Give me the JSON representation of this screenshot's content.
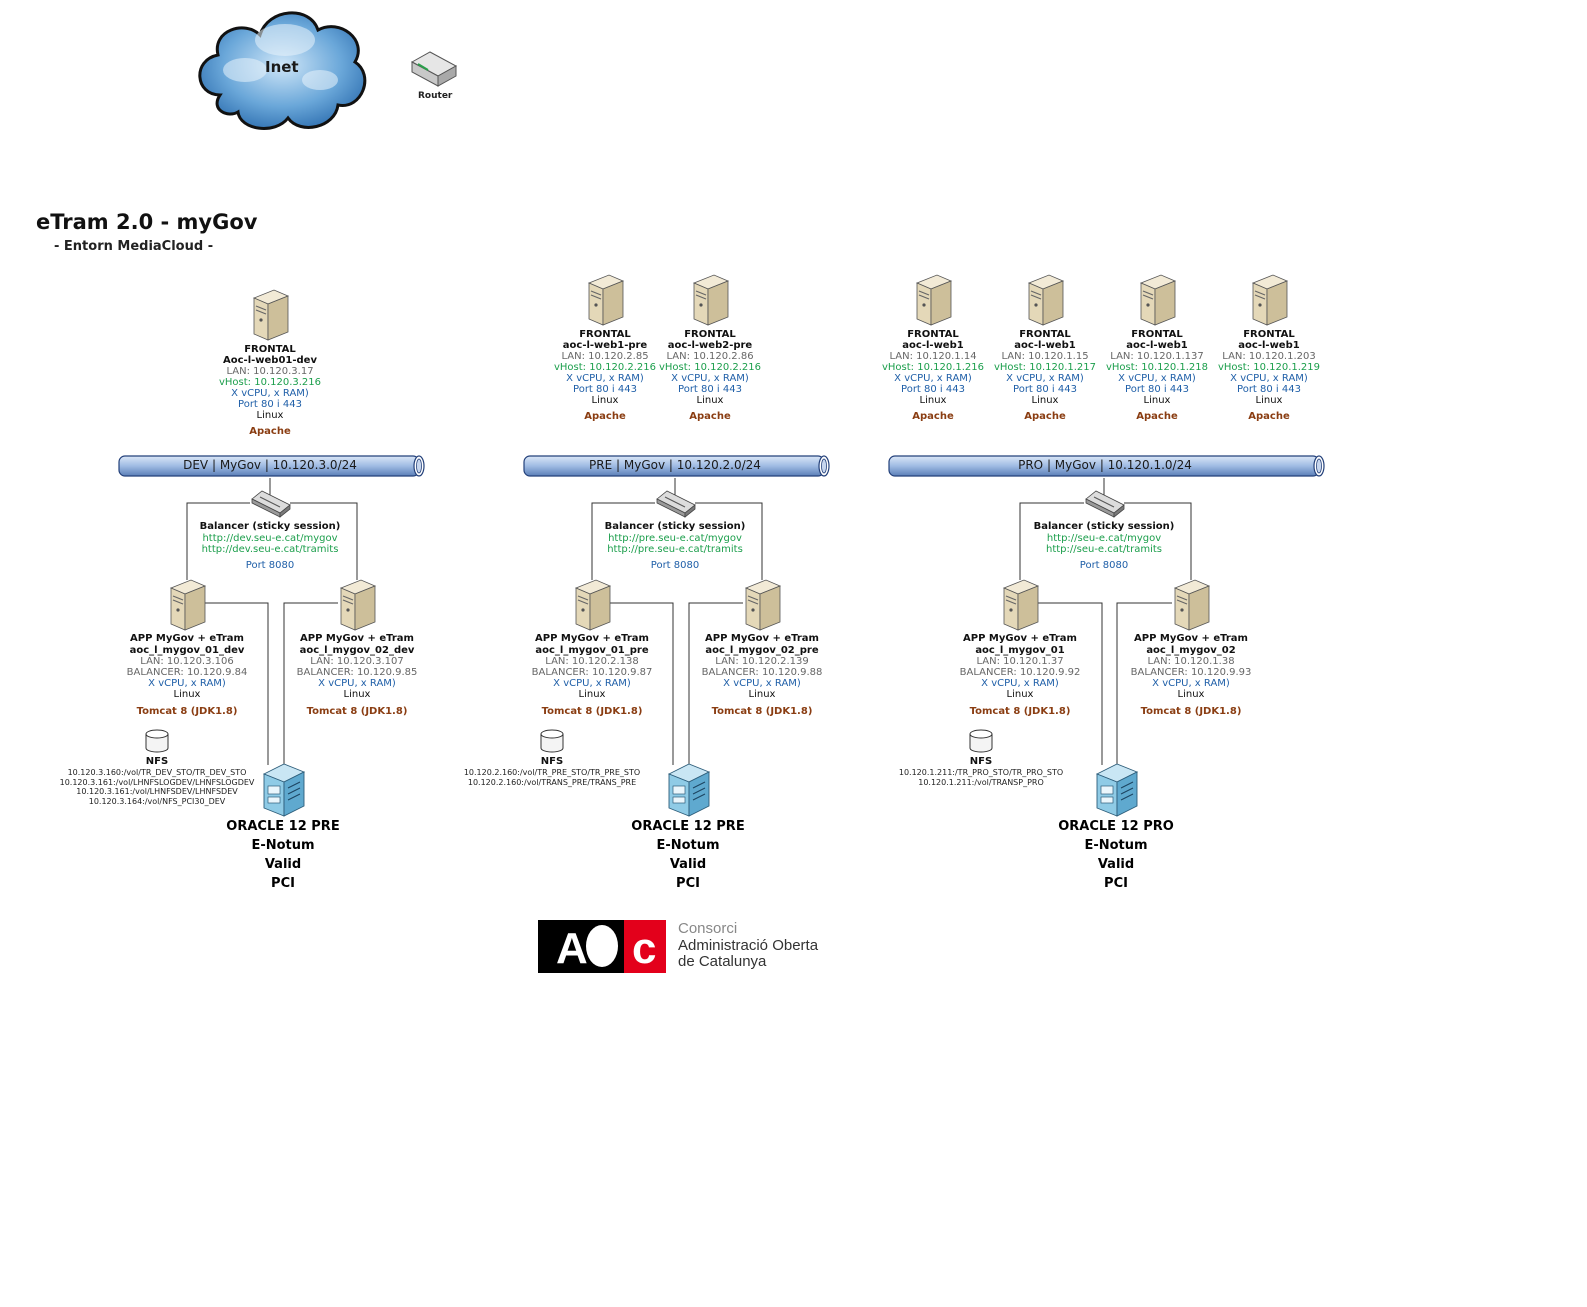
{
  "title": "eTram 2.0 - myGov",
  "subtitle": "- Entorn MediaCloud -",
  "internet": {
    "label": "Inet"
  },
  "router": {
    "label": "Router"
  },
  "environments": [
    {
      "segment": "DEV | MyGov | 10.120.3.0/24",
      "frontals": [
        {
          "role": "FRONTAL",
          "host": "Aoc-l-web01-dev",
          "lan": "LAN: 10.120.3.17",
          "vhost": "vHost: 10.120.3.216",
          "res": "X vCPU, x RAM)",
          "port": "Port 80 i 443",
          "os": "Linux",
          "sw": "Apache"
        }
      ],
      "balancer": {
        "title": "Balancer (sticky session)",
        "url1": "http://dev.seu-e.cat/mygov",
        "url2": "http://dev.seu-e.cat/tramits",
        "port": "Port 8080"
      },
      "apps": [
        {
          "role": "APP MyGov + eTram",
          "host": "aoc_l_mygov_01_dev",
          "lan": "LAN: 10.120.3.106",
          "bal": "BALANCER: 10.120.9.84",
          "res": "X vCPU, x RAM)",
          "os": "Linux",
          "sw": "Tomcat 8 (JDK1.8)"
        },
        {
          "role": "APP MyGov + eTram",
          "host": "aoc_l_mygov_02_dev",
          "lan": "LAN: 10.120.3.107",
          "bal": "BALANCER: 10.120.9.85",
          "res": "X vCPU, x RAM)",
          "os": "Linux",
          "sw": "Tomcat 8 (JDK1.8)"
        }
      ],
      "nfs": {
        "label": "NFS",
        "paths": [
          "10.120.3.160:/vol/TR_DEV_STO/TR_DEV_STO",
          "10.120.3.161:/vol/LHNFSLOGDEV/LHNFSLOGDEV",
          "10.120.3.161:/vol/LHNFSDEV/LHNFSDEV",
          "10.120.3.164:/vol/NFS_PCI30_DEV"
        ]
      },
      "db": {
        "name": "ORACLE 12 PRE",
        "schemas": [
          "E-Notum",
          "Valid",
          "PCI"
        ]
      }
    },
    {
      "segment": "PRE | MyGov | 10.120.2.0/24",
      "frontals": [
        {
          "role": "FRONTAL",
          "host": "aoc-l-web1-pre",
          "lan": "LAN: 10.120.2.85",
          "vhost": "vHost: 10.120.2.216",
          "res": "X vCPU, x RAM)",
          "port": "Port 80 i 443",
          "os": "Linux",
          "sw": "Apache"
        },
        {
          "role": "FRONTAL",
          "host": "aoc-l-web2-pre",
          "lan": "LAN: 10.120.2.86",
          "vhost": "vHost: 10.120.2.216",
          "res": "X vCPU, x RAM)",
          "port": "Port 80 i 443",
          "os": "Linux",
          "sw": "Apache"
        }
      ],
      "balancer": {
        "title": "Balancer (sticky session)",
        "url1": "http://pre.seu-e.cat/mygov",
        "url2": "http://pre.seu-e.cat/tramits",
        "port": "Port 8080"
      },
      "apps": [
        {
          "role": "APP MyGov + eTram",
          "host": "aoc_l_mygov_01_pre",
          "lan": "LAN: 10.120.2.138",
          "bal": "BALANCER: 10.120.9.87",
          "res": "X vCPU, x RAM)",
          "os": "Linux",
          "sw": "Tomcat 8 (JDK1.8)"
        },
        {
          "role": "APP MyGov + eTram",
          "host": "aoc_l_mygov_02_pre",
          "lan": "LAN: 10.120.2.139",
          "bal": "BALANCER: 10.120.9.88",
          "res": "X vCPU, x RAM)",
          "os": "Linux",
          "sw": "Tomcat 8 (JDK1.8)"
        }
      ],
      "nfs": {
        "label": "NFS",
        "paths": [
          "10.120.2.160:/vol/TR_PRE_STO/TR_PRE_STO",
          "10.120.2.160:/vol/TRANS_PRE/TRANS_PRE"
        ]
      },
      "db": {
        "name": "ORACLE 12 PRE",
        "schemas": [
          "E-Notum",
          "Valid",
          "PCI"
        ]
      }
    },
    {
      "segment": "PRO | MyGov | 10.120.1.0/24",
      "frontals": [
        {
          "role": "FRONTAL",
          "host": "aoc-l-web1",
          "lan": "LAN: 10.120.1.14",
          "vhost": "vHost: 10.120.1.216",
          "res": "X vCPU, x RAM)",
          "port": "Port 80 i 443",
          "os": "Linux",
          "sw": "Apache"
        },
        {
          "role": "FRONTAL",
          "host": "aoc-l-web1",
          "lan": "LAN: 10.120.1.15",
          "vhost": "vHost: 10.120.1.217",
          "res": "X vCPU, x RAM)",
          "port": "Port 80 i 443",
          "os": "Linux",
          "sw": "Apache"
        },
        {
          "role": "FRONTAL",
          "host": "aoc-l-web1",
          "lan": "LAN: 10.120.1.137",
          "vhost": "vHost: 10.120.1.218",
          "res": "X vCPU, x RAM)",
          "port": "Port 80 i 443",
          "os": "Linux",
          "sw": "Apache"
        },
        {
          "role": "FRONTAL",
          "host": "aoc-l-web1",
          "lan": "LAN: 10.120.1.203",
          "vhost": "vHost: 10.120.1.219",
          "res": "X vCPU, x RAM)",
          "port": "Port 80 i 443",
          "os": "Linux",
          "sw": "Apache"
        }
      ],
      "balancer": {
        "title": "Balancer (sticky session)",
        "url1": "http://seu-e.cat/mygov",
        "url2": "http://seu-e.cat/tramits",
        "port": "Port 8080"
      },
      "apps": [
        {
          "role": "APP MyGov + eTram",
          "host": "aoc_l_mygov_01",
          "lan": "LAN: 10.120.1.37",
          "bal": "BALANCER: 10.120.9.92",
          "res": "X vCPU, x RAM)",
          "os": "Linux",
          "sw": "Tomcat 8 (JDK1.8)"
        },
        {
          "role": "APP MyGov + eTram",
          "host": "aoc_l_mygov_02",
          "lan": "LAN: 10.120.1.38",
          "bal": "BALANCER: 10.120.9.93",
          "res": "X vCPU, x RAM)",
          "os": "Linux",
          "sw": "Tomcat 8 (JDK1.8)"
        }
      ],
      "nfs": {
        "label": "NFS",
        "paths": [
          "10.120.1.211:/TR_PRO_STO/TR_PRO_STO",
          "10.120.1.211:/vol/TRANSP_PRO"
        ]
      },
      "db": {
        "name": "ORACLE 12 PRO",
        "schemas": [
          "E-Notum",
          "Valid",
          "PCI"
        ]
      }
    }
  ],
  "logo": {
    "mark": "AOC",
    "line1": "Consorci",
    "line2": "Administració Oberta",
    "line3": "de Catalunya"
  }
}
